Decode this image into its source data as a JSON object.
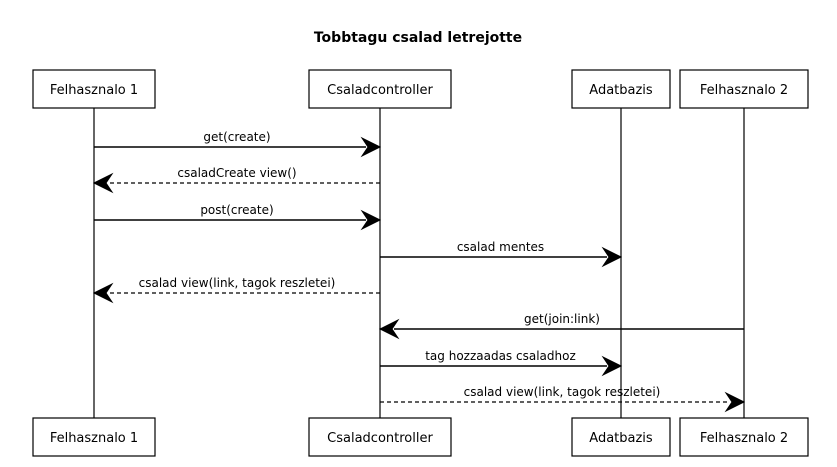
{
  "title": "Tobbtagu csalad letrejotte",
  "participants": [
    {
      "id": "felhasznalo1",
      "label": "Felhasznalo 1"
    },
    {
      "id": "csaladcontroller",
      "label": "Csaladcontroller"
    },
    {
      "id": "adatbazis",
      "label": "Adatbazis"
    },
    {
      "id": "felhasznalo2",
      "label": "Felhasznalo 2"
    }
  ],
  "messages": [
    {
      "from": "felhasznalo1",
      "to": "csaladcontroller",
      "label": "get(create)",
      "style": "solid"
    },
    {
      "from": "csaladcontroller",
      "to": "felhasznalo1",
      "label": "csaladCreate view()",
      "style": "dashed"
    },
    {
      "from": "felhasznalo1",
      "to": "csaladcontroller",
      "label": "post(create)",
      "style": "solid"
    },
    {
      "from": "csaladcontroller",
      "to": "adatbazis",
      "label": "csalad mentes",
      "style": "solid"
    },
    {
      "from": "csaladcontroller",
      "to": "felhasznalo1",
      "label": "csalad view(link, tagok reszletei)",
      "style": "dashed"
    },
    {
      "from": "felhasznalo2",
      "to": "csaladcontroller",
      "label": "get(join:link)",
      "style": "solid"
    },
    {
      "from": "csaladcontroller",
      "to": "adatbazis",
      "label": "tag hozzaadas csaladhoz",
      "style": "solid"
    },
    {
      "from": "csaladcontroller",
      "to": "felhasznalo2",
      "label": "csalad view(link, tagok reszletei)",
      "style": "dashed"
    }
  ]
}
